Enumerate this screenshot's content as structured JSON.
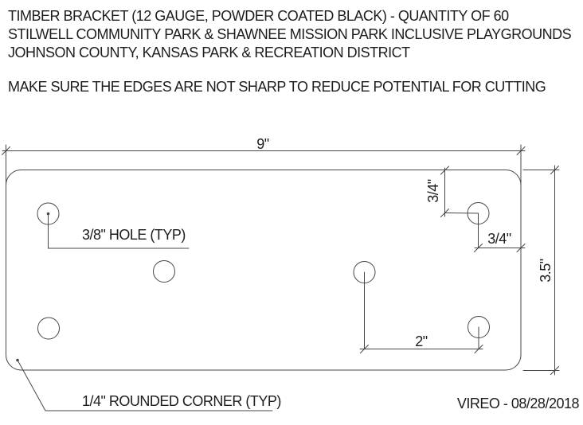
{
  "header": {
    "line1": "TIMBER BRACKET (12 GAUGE, POWDER COATED BLACK) - QUANTITY OF 60",
    "line2": "STILWELL COMMUNITY PARK & SHAWNEE MISSION PARK INCLUSIVE PLAYGROUNDS",
    "line3": "JOHNSON COUNTY, KANSAS PARK & RECREATION DISTRICT",
    "note": "MAKE SURE THE EDGES ARE NOT SHARP TO REDUCE POTENTIAL FOR CUTTING"
  },
  "drawing": {
    "dim_width": "9\"",
    "dim_height": "3.5\"",
    "dim_hole_top_offset": "3/4\"",
    "dim_hole_side_offset": "3/4\"",
    "dim_hole_spacing": "2\"",
    "label_hole": "3/8\" HOLE (TYP)",
    "label_corner": "1/4\" ROUNDED CORNER (TYP)",
    "signature": "VIREO - 08/28/2018"
  },
  "colors": {
    "line": "#474747",
    "text": "#1d1d1d",
    "background": "#ffffff"
  }
}
